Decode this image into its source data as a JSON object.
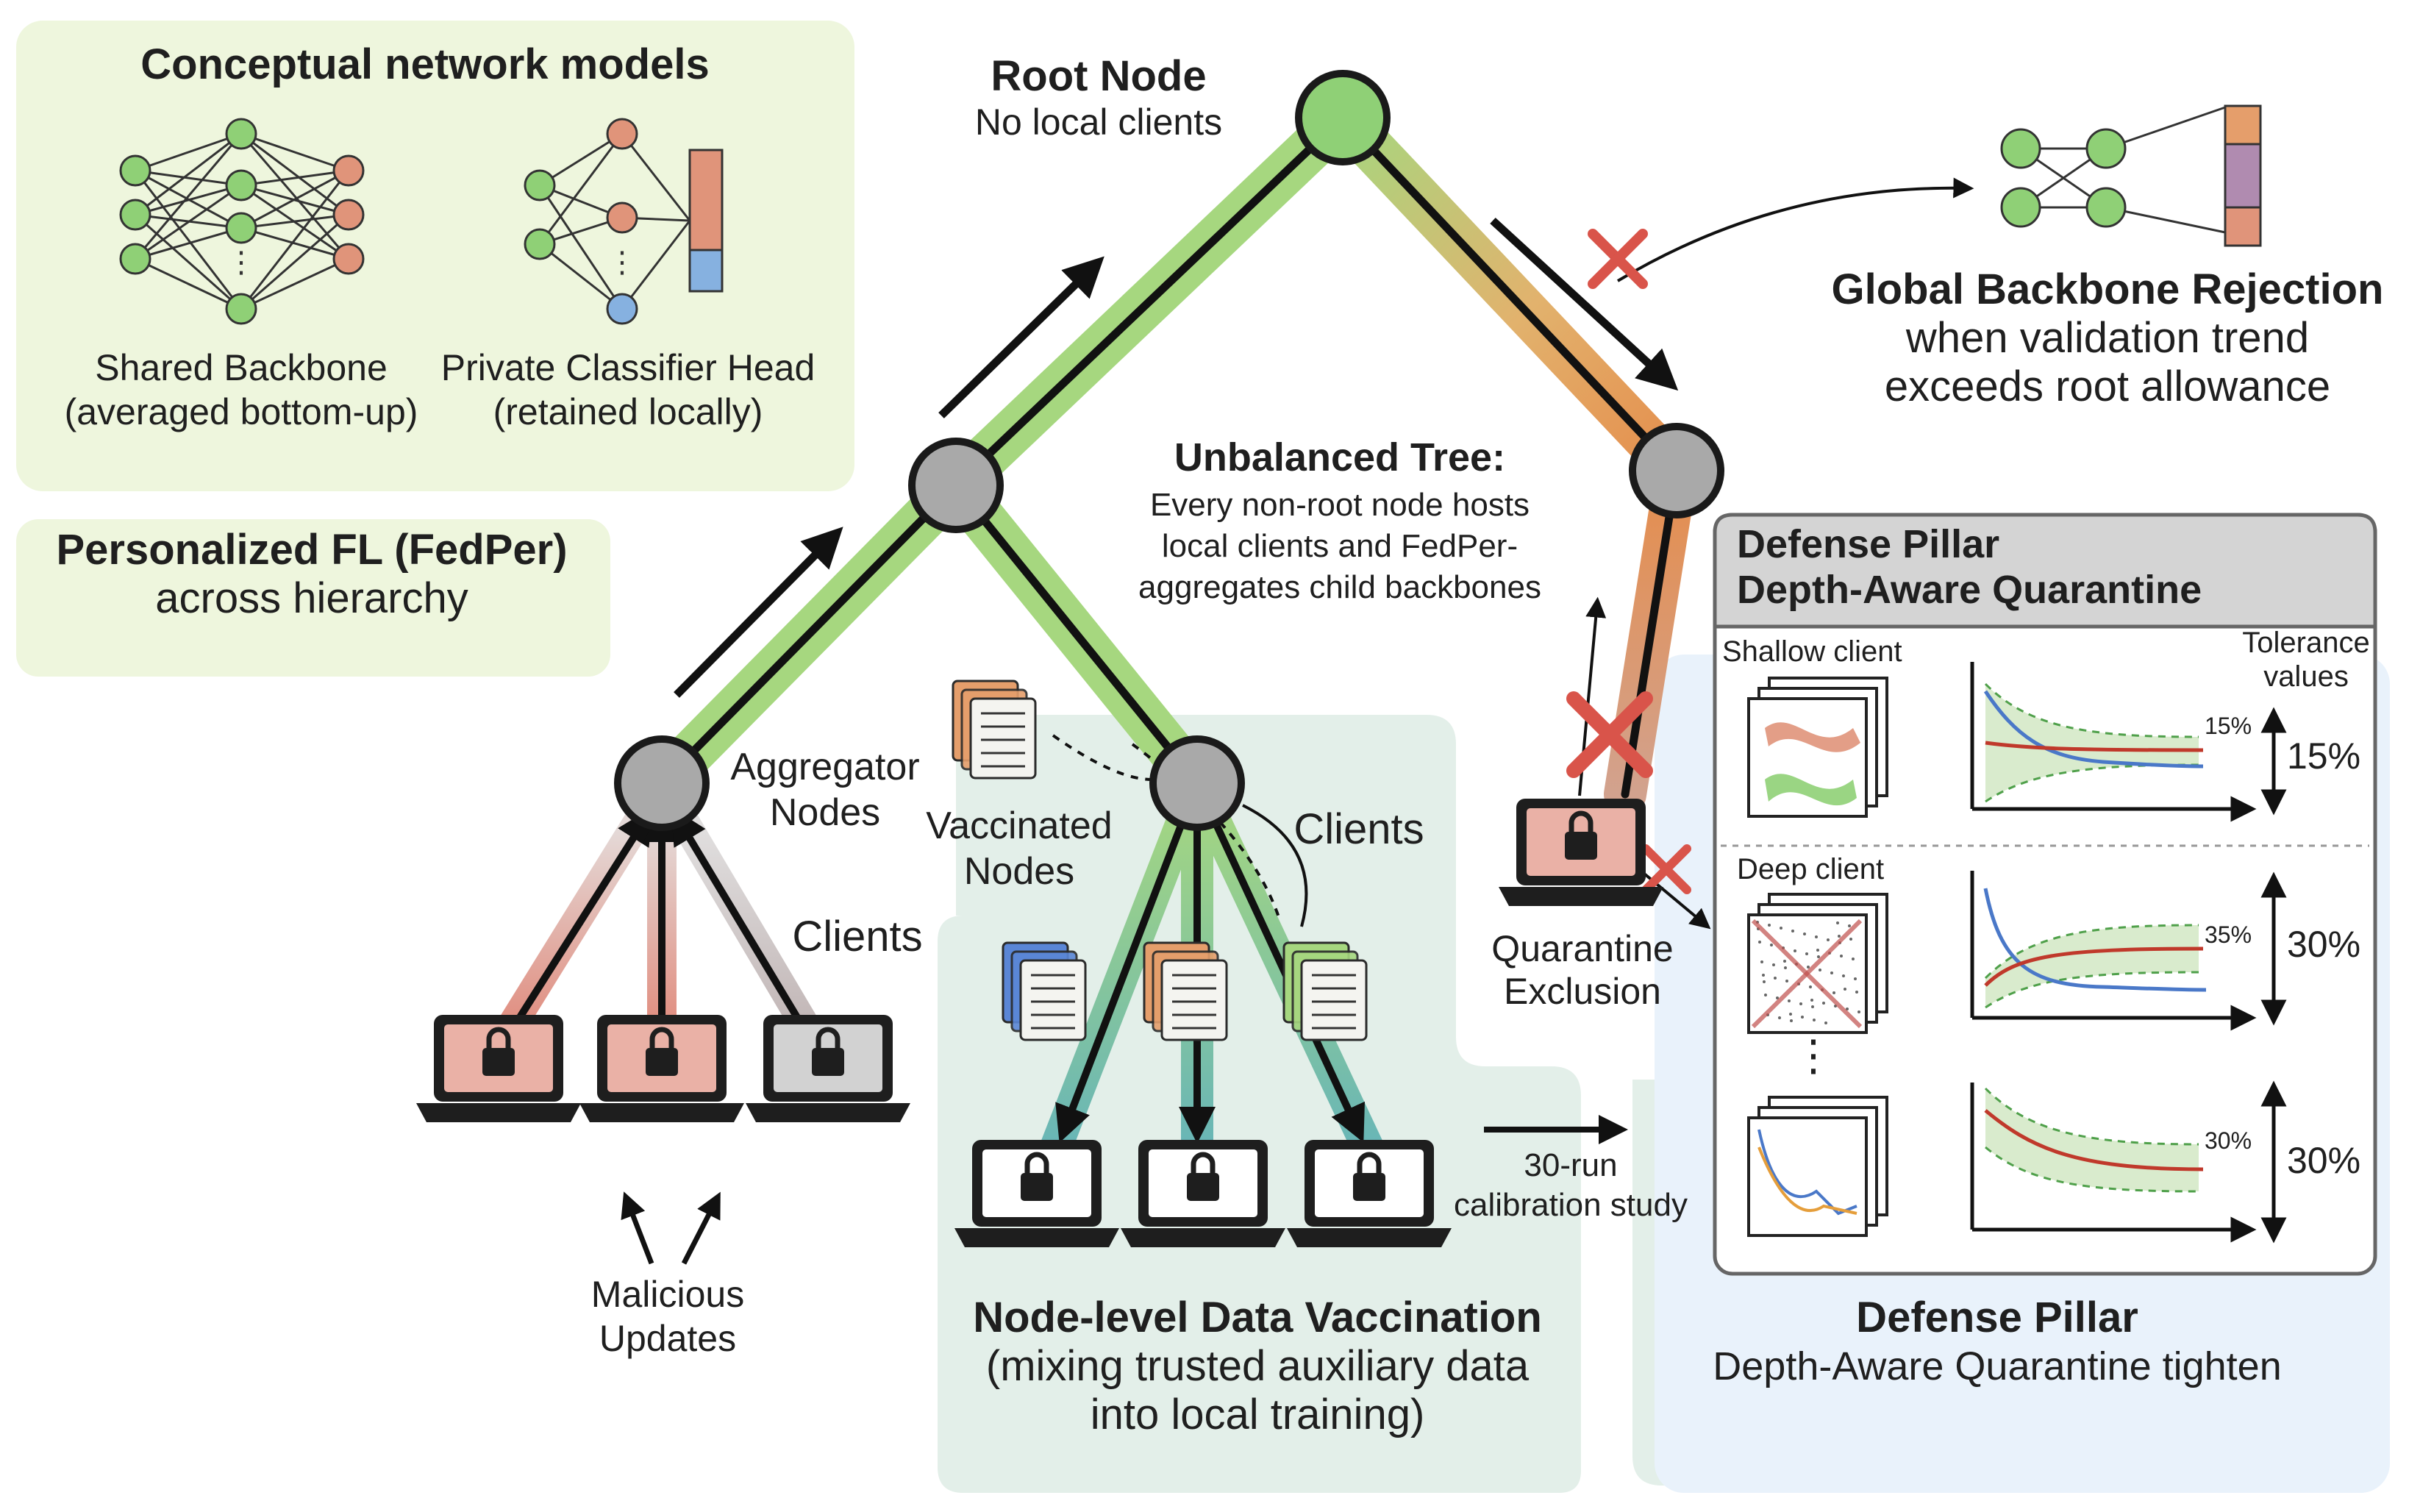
{
  "conceptual": {
    "title": "Conceptual network models",
    "backbone_label_1": "Shared Backbone",
    "backbone_label_2": "(averaged bottom-up)",
    "head_label_1": "Private Classifier Head",
    "head_label_2": "(retained locally)"
  },
  "fedper": {
    "line_1": "Personalized FL (FedPer)",
    "line_2": "across hierarchy"
  },
  "root": {
    "title": "Root Node",
    "subtitle": "No local clients"
  },
  "tree": {
    "title": "Unbalanced Tree:",
    "line_1": "Every non-root node hosts",
    "line_2": "local clients and FedPer-",
    "line_3": "aggregates child backbones"
  },
  "rejection": {
    "title": "Global Backbone Rejection",
    "line_1": "when validation trend",
    "line_2": "exceeds root allowance"
  },
  "aggregator": {
    "line_1": "Aggregator",
    "line_2": "Nodes"
  },
  "vaccinated": {
    "line_1": "Vaccinated",
    "line_2": "Nodes"
  },
  "clients_right": "Clients",
  "clients_left": "Clients",
  "malicious": {
    "line_1": "Malicious",
    "line_2": "Updates"
  },
  "vaccination": {
    "title": "Node-level Data Vaccination",
    "line_1": "(mixing trusted auxiliary data",
    "line_2": "into local training)"
  },
  "calibration": {
    "line_1": "30-run",
    "line_2": "calibration study"
  },
  "quarantine": {
    "line_1": "Quarantine",
    "line_2": "Exclusion"
  },
  "panel": {
    "title_1": "Defense Pillar",
    "title_2": "Depth-Aware Quarantine",
    "tolerance_1": "Tolerance",
    "tolerance_2": "values",
    "shallow_label": "Shallow client",
    "deep_label": "Deep client",
    "ellipsis": "⋮",
    "rows": [
      {
        "inline_pct": "15%",
        "tolerance": "15%"
      },
      {
        "inline_pct": "35%",
        "tolerance": "30%"
      },
      {
        "inline_pct": "30%",
        "tolerance": "30%"
      }
    ]
  },
  "footer_pillar": {
    "title": "Defense Pillar",
    "subtitle": "Depth-Aware Quarantine tighten"
  },
  "colors": {
    "green_node": "#8fd076",
    "salmon_node": "#e0947a",
    "blue_node": "#86b1e0",
    "gray_node": "#a9a9a9",
    "tree_green": "#a6d77f",
    "malicious_red": "#d9544a",
    "laptop_pink": "#eab1a6",
    "panel_bg": "#e9f2fb",
    "green_box": "#eef6dd",
    "teal_box": "#e3efe9"
  },
  "icons": [
    "lock-icon",
    "laptop-icon",
    "document-stack-icon",
    "reject-x-icon",
    "arrow-icon",
    "neural-network-icon"
  ]
}
